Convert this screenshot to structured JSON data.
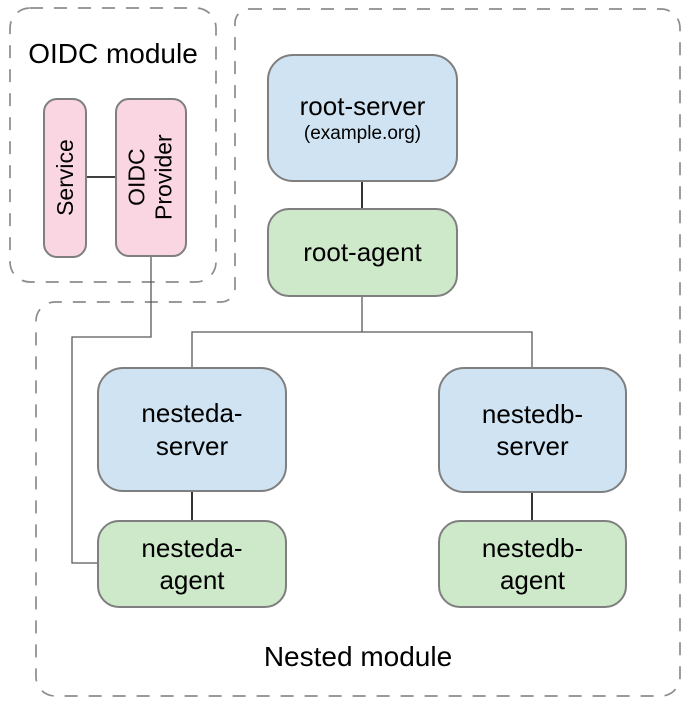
{
  "colors": {
    "background": "#ffffff",
    "text": "#000000",
    "server_fill": "#cfe3f2",
    "agent_fill": "#cee8ca",
    "oidc_fill": "#f9d6e2",
    "node_border": "#7f7f7f",
    "module_border": "#8c8c8c",
    "connector": "#595959",
    "link": "#000000"
  },
  "modules": {
    "oidc": {
      "label": "OIDC module"
    },
    "nested": {
      "label": "Nested module"
    }
  },
  "nodes": {
    "service": {
      "label": "Service"
    },
    "oidc_provider": {
      "label": "OIDC\nProvider"
    },
    "root_server": {
      "label": "root-server",
      "sublabel": "(example.org)"
    },
    "root_agent": {
      "label": "root-agent"
    },
    "nesteda_server": {
      "label": "nesteda-\nserver"
    },
    "nesteda_agent": {
      "label": "nesteda-\nagent"
    },
    "nestedb_server": {
      "label": "nestedb-\nserver"
    },
    "nestedb_agent": {
      "label": "nestedb-\nagent"
    }
  },
  "edges": [
    {
      "from": "service",
      "to": "oidc_provider"
    },
    {
      "from": "oidc_provider",
      "to": "nesteda_agent"
    },
    {
      "from": "root_server",
      "to": "root_agent"
    },
    {
      "from": "root_agent",
      "to": "nesteda_server"
    },
    {
      "from": "root_agent",
      "to": "nestedb_server"
    },
    {
      "from": "nesteda_server",
      "to": "nesteda_agent"
    },
    {
      "from": "nestedb_server",
      "to": "nestedb_agent"
    }
  ]
}
